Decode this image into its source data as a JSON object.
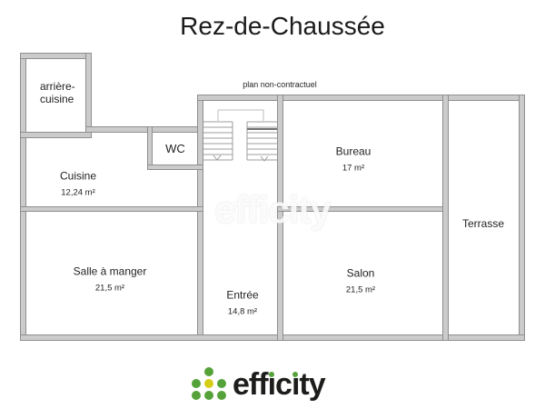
{
  "title": "Rez-de-Chaussée",
  "disclaimer": "plan non-contractuel",
  "watermark": "efficity",
  "rooms": [
    {
      "name": "arrière-cuisine",
      "area": ""
    },
    {
      "name": "WC",
      "area": ""
    },
    {
      "name": "Cuisine",
      "area": "12,24 m²"
    },
    {
      "name": "Salle à manger",
      "area": "21,5 m²"
    },
    {
      "name": "Entrée",
      "area": "14,8 m²"
    },
    {
      "name": "Bureau",
      "area": "17 m²"
    },
    {
      "name": "Salon",
      "area": "21,5 m²"
    },
    {
      "name": "Terrasse",
      "area": ""
    }
  ],
  "logo": {
    "text": "efficity",
    "dot_rows": [
      "g",
      "gyg",
      "ggg"
    ],
    "colors": {
      "green": "#55a23a",
      "yellow": "#d5ce17",
      "text": "#1d1d1b"
    }
  }
}
